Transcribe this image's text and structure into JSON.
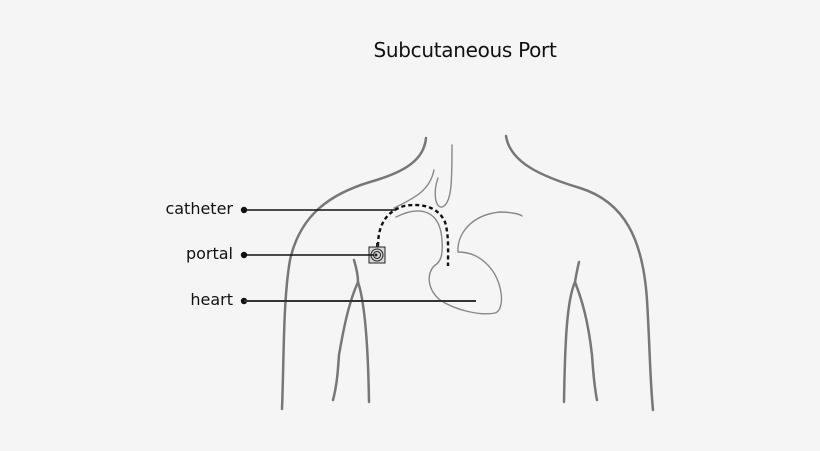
{
  "title": "Subcutaneous Port",
  "labels": [
    {
      "id": "catheter",
      "text": "catheter"
    },
    {
      "id": "portal",
      "text": "portal"
    },
    {
      "id": "heart",
      "text": "heart"
    }
  ],
  "colors": {
    "background": "#f5f5f5",
    "body_outline": "#777777",
    "organ_outline": "#888888",
    "leader_line": "#111111",
    "catheter": "#111111"
  }
}
